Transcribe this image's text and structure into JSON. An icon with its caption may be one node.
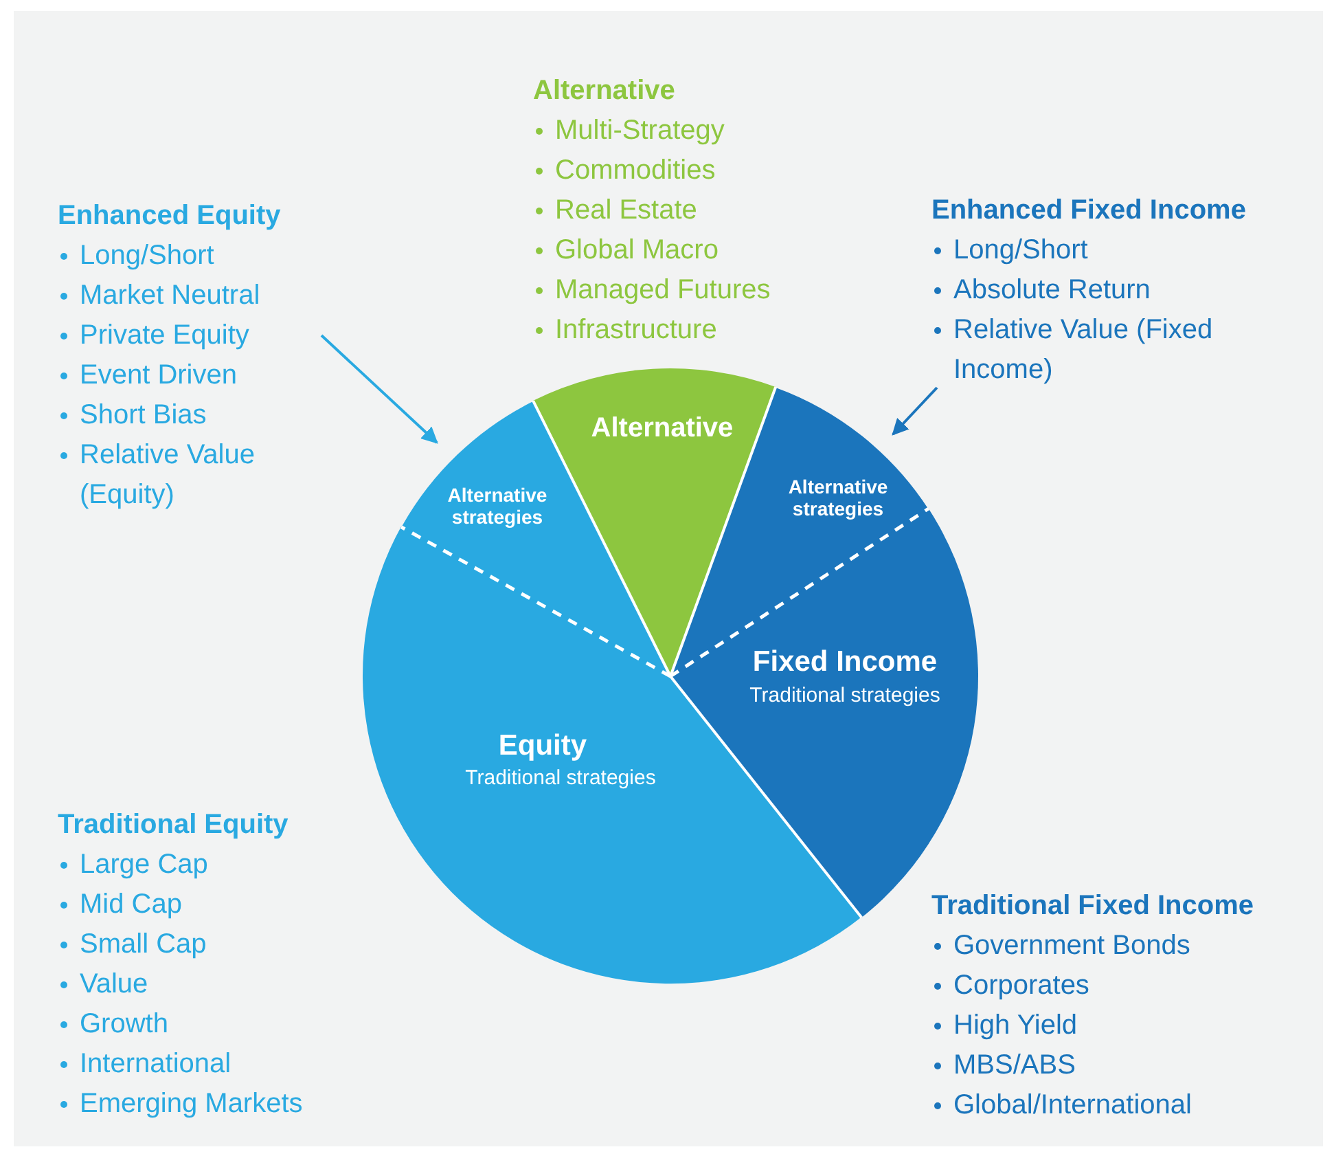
{
  "diagram": {
    "nodes": [
      {
        "text": [
          "Enhanced Equity",
          "Long/Short",
          "Market Neutral",
          "Private Equity",
          "Event Driven",
          "Short Bias",
          "Relative Value (Equity)"
        ]
      },
      {
        "text": [
          "Enhanced Fixed Income",
          "Long/Short",
          "Absolute Return",
          "Relative Value (Fixed Income)"
        ]
      },
      {
        "text": [
          "Alternative strategies"
        ]
      },
      {
        "text": [
          "Alternative"
        ]
      },
      {
        "text": [
          "Alternative strategies"
        ]
      },
      {
        "text": [
          "Equity",
          "Traditional strategies"
        ]
      },
      {
        "text": [
          "Fixed Income",
          "Traditional strategies"
        ]
      }
    ],
    "edges": [
      {
        "from": 0,
        "to": 2,
        "arrow": "to"
      },
      {
        "from": 1,
        "to": 4,
        "arrow": "to"
      }
    ],
    "labels": [
      "Alternative",
      "Multi-Strategy",
      "Commodities",
      "Real Estate",
      "Global Macro",
      "Managed Futures",
      "Infrastructure",
      "Traditional Equity",
      "Large Cap",
      "Mid Cap",
      "Small Cap",
      "Value",
      "Growth",
      "International",
      "Emerging Markets",
      "Traditional Fixed Income",
      "Government Bonds",
      "Corporates",
      "High Yield",
      "MBS/ABS",
      "Global/International"
    ]
  }
}
